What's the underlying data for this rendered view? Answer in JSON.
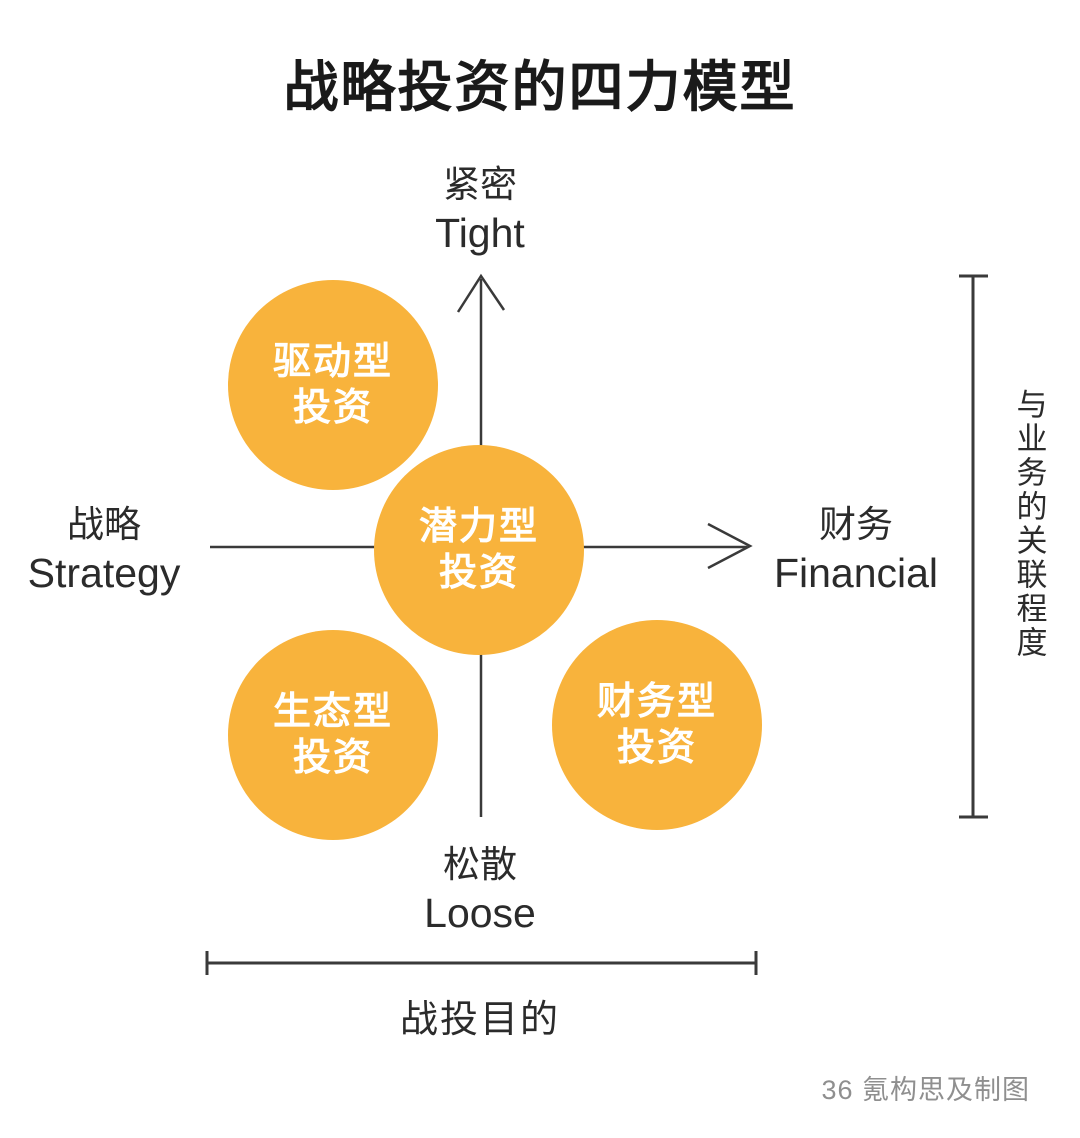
{
  "title": "战略投资的四力模型",
  "axes": {
    "top": {
      "zh": "紧密",
      "en": "Tight"
    },
    "bottom": {
      "zh": "松散",
      "en": "Loose"
    },
    "left": {
      "zh": "战略",
      "en": "Strategy"
    },
    "right": {
      "zh": "财务",
      "en": "Financial"
    }
  },
  "circles": [
    {
      "quadrant": "top-left",
      "line1": "驱动型",
      "line2": "投资"
    },
    {
      "quadrant": "center",
      "line1": "潜力型",
      "line2": "投资"
    },
    {
      "quadrant": "bottom-left",
      "line1": "生态型",
      "line2": "投资"
    },
    {
      "quadrant": "bottom-right",
      "line1": "财务型",
      "line2": "投资"
    }
  ],
  "annotations": {
    "right_bracket_label": "与业务的关联程度",
    "bottom_bracket_label": "战投目的",
    "credit": "36 氪构思及制图"
  },
  "icons": {
    "up_arrow": "up-arrowhead-icon",
    "right_arrow": "right-arrowhead-icon"
  },
  "colors": {
    "background": "#FFFFFF",
    "circle_fill": "#F8B33C",
    "circle_text": "#FFFFFF",
    "line": "#3A3A3A",
    "text": "#2B2B2B",
    "title": "#1A1A1A",
    "credit": "#8F8F8F"
  }
}
